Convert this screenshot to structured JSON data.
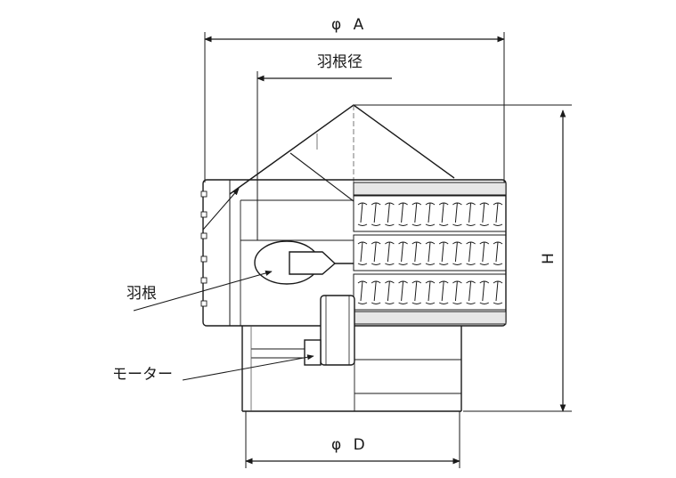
{
  "labels": {
    "diameter_a": "φ A",
    "blade_diameter": "羽根径",
    "blade": "羽根",
    "motor": "モーター",
    "height": "H",
    "diameter_d": "φ D"
  },
  "colors": {
    "line": "#1a1a1a",
    "thin_line": "#555555",
    "background": "#ffffff",
    "shade": "#e6e6e6"
  }
}
